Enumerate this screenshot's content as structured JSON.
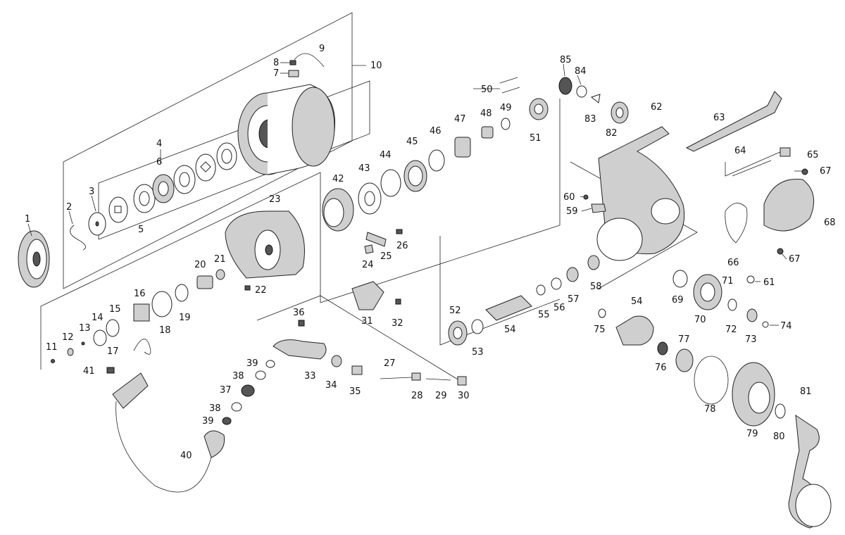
{
  "diagram": {
    "type": "exploded-parts-view",
    "callouts": [
      {
        "id": "1",
        "label": "1"
      },
      {
        "id": "2",
        "label": "2"
      },
      {
        "id": "3",
        "label": "3"
      },
      {
        "id": "4",
        "label": "4"
      },
      {
        "id": "5",
        "label": "5"
      },
      {
        "id": "6",
        "label": "6"
      },
      {
        "id": "7",
        "label": "7"
      },
      {
        "id": "8",
        "label": "8"
      },
      {
        "id": "9",
        "label": "9"
      },
      {
        "id": "10",
        "label": "10"
      },
      {
        "id": "11",
        "label": "11"
      },
      {
        "id": "12",
        "label": "12"
      },
      {
        "id": "13",
        "label": "13"
      },
      {
        "id": "14",
        "label": "14"
      },
      {
        "id": "15",
        "label": "15"
      },
      {
        "id": "16",
        "label": "16"
      },
      {
        "id": "17",
        "label": "17"
      },
      {
        "id": "18",
        "label": "18"
      },
      {
        "id": "19",
        "label": "19"
      },
      {
        "id": "20",
        "label": "20"
      },
      {
        "id": "21",
        "label": "21"
      },
      {
        "id": "22",
        "label": "22"
      },
      {
        "id": "23",
        "label": "23"
      },
      {
        "id": "24",
        "label": "24"
      },
      {
        "id": "25",
        "label": "25"
      },
      {
        "id": "26",
        "label": "26"
      },
      {
        "id": "27",
        "label": "27"
      },
      {
        "id": "28",
        "label": "28"
      },
      {
        "id": "29",
        "label": "29"
      },
      {
        "id": "30",
        "label": "30"
      },
      {
        "id": "31",
        "label": "31"
      },
      {
        "id": "32",
        "label": "32"
      },
      {
        "id": "33",
        "label": "33"
      },
      {
        "id": "34",
        "label": "34"
      },
      {
        "id": "35",
        "label": "35"
      },
      {
        "id": "36",
        "label": "36"
      },
      {
        "id": "37",
        "label": "37"
      },
      {
        "id": "38a",
        "label": "38"
      },
      {
        "id": "38b",
        "label": "38"
      },
      {
        "id": "39a",
        "label": "39"
      },
      {
        "id": "39b",
        "label": "39"
      },
      {
        "id": "40",
        "label": "40"
      },
      {
        "id": "41",
        "label": "41"
      },
      {
        "id": "42",
        "label": "42"
      },
      {
        "id": "43",
        "label": "43"
      },
      {
        "id": "44",
        "label": "44"
      },
      {
        "id": "45",
        "label": "45"
      },
      {
        "id": "46",
        "label": "46"
      },
      {
        "id": "47",
        "label": "47"
      },
      {
        "id": "48",
        "label": "48"
      },
      {
        "id": "49",
        "label": "49"
      },
      {
        "id": "50",
        "label": "50"
      },
      {
        "id": "51",
        "label": "51"
      },
      {
        "id": "52",
        "label": "52"
      },
      {
        "id": "53",
        "label": "53"
      },
      {
        "id": "54a",
        "label": "54"
      },
      {
        "id": "54b",
        "label": "54"
      },
      {
        "id": "55",
        "label": "55"
      },
      {
        "id": "56",
        "label": "56"
      },
      {
        "id": "57",
        "label": "57"
      },
      {
        "id": "58",
        "label": "58"
      },
      {
        "id": "59",
        "label": "59"
      },
      {
        "id": "60",
        "label": "60"
      },
      {
        "id": "61",
        "label": "61"
      },
      {
        "id": "62",
        "label": "62"
      },
      {
        "id": "63",
        "label": "63"
      },
      {
        "id": "64",
        "label": "64"
      },
      {
        "id": "65",
        "label": "65"
      },
      {
        "id": "66",
        "label": "66"
      },
      {
        "id": "67a",
        "label": "67"
      },
      {
        "id": "67b",
        "label": "67"
      },
      {
        "id": "68",
        "label": "68"
      },
      {
        "id": "69",
        "label": "69"
      },
      {
        "id": "70",
        "label": "70"
      },
      {
        "id": "71",
        "label": "71"
      },
      {
        "id": "72",
        "label": "72"
      },
      {
        "id": "73",
        "label": "73"
      },
      {
        "id": "74",
        "label": "74"
      },
      {
        "id": "75",
        "label": "75"
      },
      {
        "id": "76",
        "label": "76"
      },
      {
        "id": "77",
        "label": "77"
      },
      {
        "id": "78",
        "label": "78"
      },
      {
        "id": "79",
        "label": "79"
      },
      {
        "id": "80",
        "label": "80"
      },
      {
        "id": "81",
        "label": "81"
      },
      {
        "id": "82",
        "label": "82"
      },
      {
        "id": "83",
        "label": "83"
      },
      {
        "id": "84",
        "label": "84"
      },
      {
        "id": "85",
        "label": "85"
      }
    ]
  }
}
